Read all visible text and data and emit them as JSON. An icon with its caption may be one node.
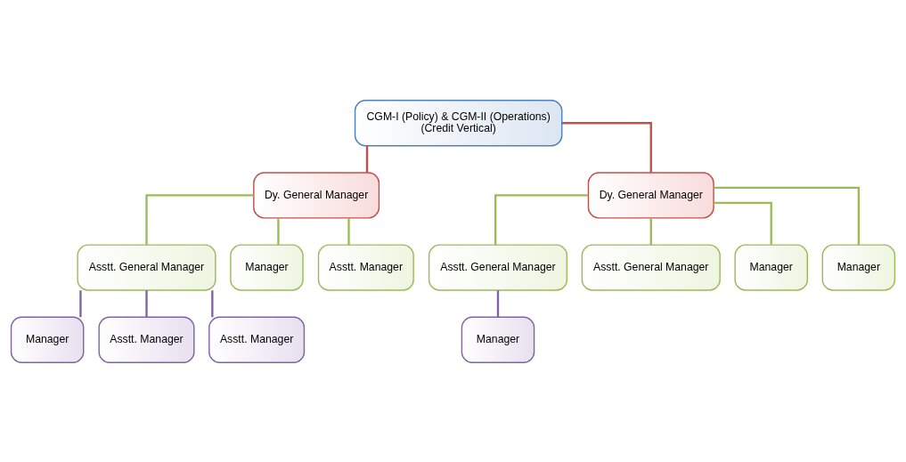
{
  "diagram": {
    "nodes": [
      {
        "text": [
          "CGM-I (Policy) & CGM-II (Operations)",
          "(Credit Vertical)"
        ]
      },
      {
        "text": [
          "Dy. General Manager"
        ]
      },
      {
        "text": [
          "Dy. General Manager"
        ]
      },
      {
        "text": [
          "Asstt. General Manager"
        ]
      },
      {
        "text": [
          "Manager"
        ]
      },
      {
        "text": [
          "Asstt. Manager"
        ]
      },
      {
        "text": [
          "Manager"
        ]
      },
      {
        "text": [
          "Asstt. Manager"
        ]
      },
      {
        "text": [
          "Asstt. Manager"
        ]
      },
      {
        "text": [
          "Asstt. General Manager"
        ]
      },
      {
        "text": [
          "Asstt. General Manager"
        ]
      },
      {
        "text": [
          "Manager"
        ]
      },
      {
        "text": [
          "Manager"
        ]
      },
      {
        "text": [
          "Manager"
        ]
      }
    ],
    "edges": [
      {
        "from": 0,
        "to": 1,
        "arrow": "none",
        "color": "#c0504d"
      },
      {
        "from": 0,
        "to": 2,
        "arrow": "none",
        "color": "#c0504d"
      },
      {
        "from": 1,
        "to": 3,
        "arrow": "none"
      },
      {
        "from": 1,
        "to": 4,
        "arrow": "none"
      },
      {
        "from": 1,
        "to": 5,
        "arrow": "none"
      },
      {
        "from": 3,
        "to": 6,
        "arrow": "none",
        "color": "#8064a2"
      },
      {
        "from": 3,
        "to": 7,
        "arrow": "none",
        "color": "#8064a2"
      },
      {
        "from": 3,
        "to": 8,
        "arrow": "none",
        "color": "#8064a2"
      },
      {
        "from": 2,
        "to": 9,
        "arrow": "none"
      },
      {
        "from": 2,
        "to": 10,
        "arrow": "none"
      },
      {
        "from": 2,
        "to": 11,
        "arrow": "none"
      },
      {
        "from": 2,
        "to": 12,
        "arrow": "none"
      },
      {
        "from": 9,
        "to": 13,
        "arrow": "none",
        "color": "#8064a2"
      }
    ]
  }
}
